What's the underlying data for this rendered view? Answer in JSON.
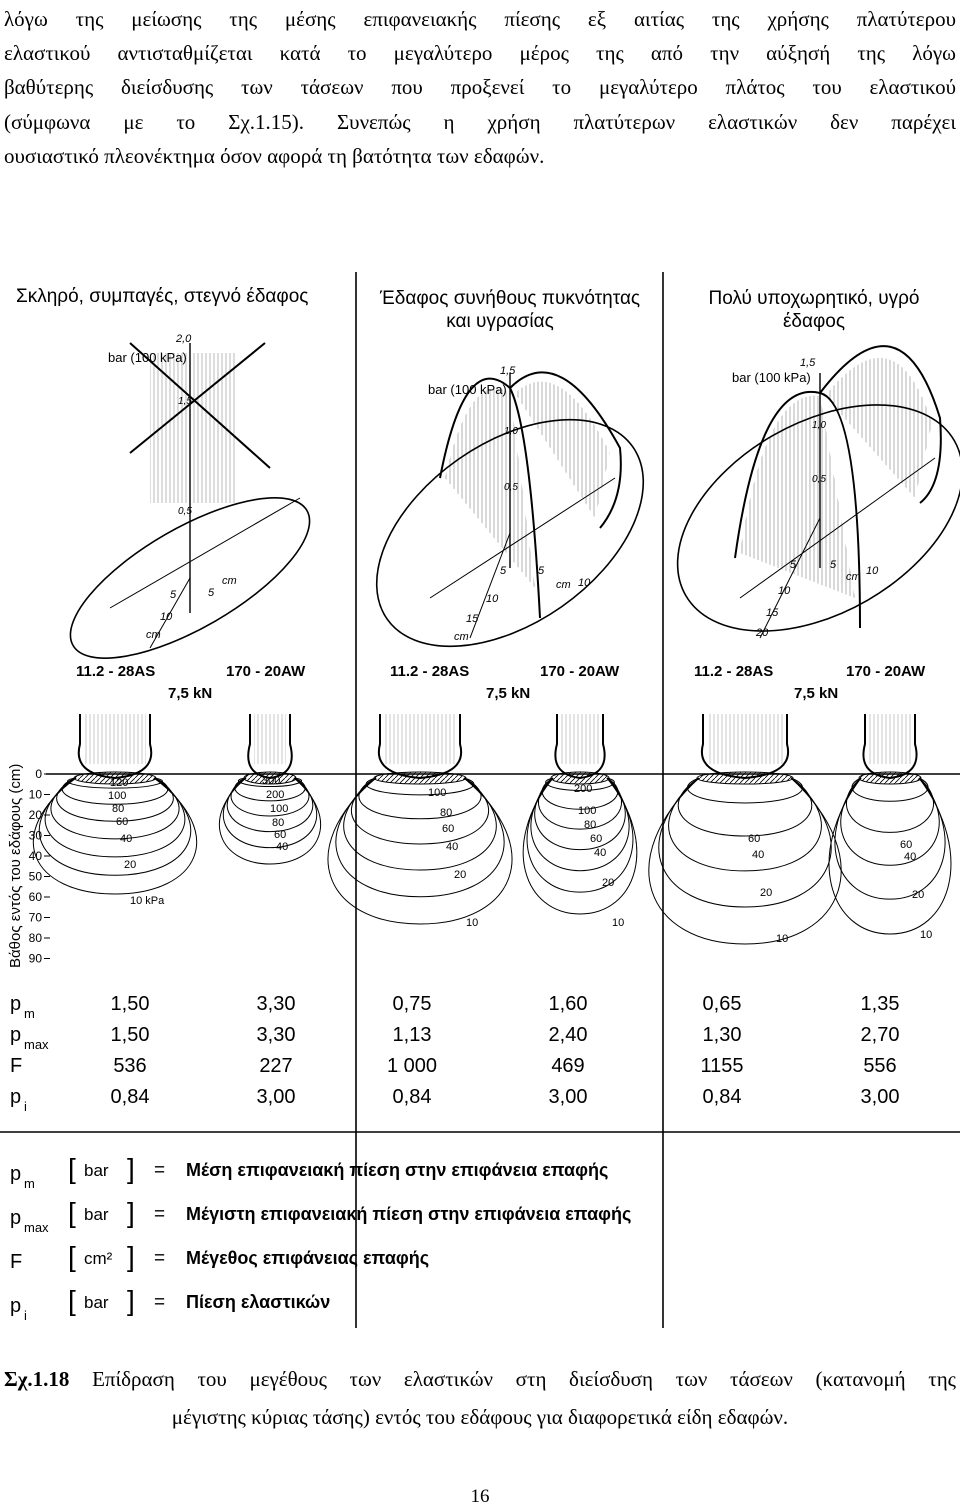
{
  "paragraph": [
    "λόγω της μείωσης της μέσης επιφανειακής πίεσης εξ αιτίας της χρήσης πλατύτερου",
    "ελαστικού αντισταθμίζεται κατά το μεγαλύτερο μέρος της από την αύξησή της λόγω",
    "βαθύτερης διείσδυσης των τάσεων που προξενεί το μεγαλύτερο πλάτος του ελαστικού",
    "(σύμφωνα με το Σχ.1.15). Συνεπώς η χρήση πλατύτερων ελαστικών δεν παρέχει",
    "ουσιαστικό πλεονέκτημα όσον αφορά τη βατότητα των εδαφών."
  ],
  "figure": {
    "panels": [
      {
        "title_lines": [
          "Σκληρό, συμπαγές, στεγνό έδαφος"
        ],
        "axis_max": "2,0",
        "axis_unit": "bar (100 kPa)",
        "axis_mid": "1,5",
        "axis_low": "0,5",
        "tyre_left": "11.2 - 28AS",
        "tyre_right": "170 - 20AW",
        "load": "7,5 kN",
        "left_iso": [
          "120",
          "100",
          "80",
          "60",
          "40",
          "20",
          "10 kPa"
        ],
        "right_iso": [
          "300",
          "200",
          "100",
          "80",
          "60",
          "40"
        ]
      },
      {
        "title_lines": [
          "Έδαφος συνήθους πυκνότητας",
          "και υγρασίας"
        ],
        "axis_max": "1,5",
        "axis_unit": "bar (100 kPa)",
        "axis_mid": "1,0",
        "axis_low": "0,5",
        "tyre_left": "11.2 - 28AS",
        "tyre_right": "170 - 20AW",
        "load": "7,5 kN",
        "left_iso": [
          "100",
          "80",
          "60",
          "40",
          "20",
          "10"
        ],
        "right_iso": [
          "200",
          "100",
          "80",
          "60",
          "40",
          "20",
          "10"
        ]
      },
      {
        "title_lines": [
          "Πολύ υποχωρητικό, υγρό",
          "έδαφος"
        ],
        "axis_max": "1,5",
        "axis_unit": "bar (100 kPa)",
        "axis_mid": "1,0",
        "axis_low": "0,5",
        "tyre_left": "11.2 - 28AS",
        "tyre_right": "170 - 20AW",
        "load": "7,5 kN",
        "left_iso": [
          "60",
          "40",
          "20",
          "10"
        ],
        "right_iso": [
          "60",
          "40",
          "20",
          "10"
        ]
      }
    ],
    "ellipse_ticks": [
      "5",
      "10",
      "15",
      "20",
      "cm"
    ],
    "depth_axis_label": "Βάθος εντός του εδάφους (cm)",
    "depth_ticks": [
      "0",
      "10",
      "20",
      "30",
      "40",
      "50",
      "60",
      "70",
      "80",
      "90"
    ],
    "table": {
      "rows": [
        {
          "symbol": "p",
          "sub": "m",
          "values": [
            "1,50",
            "3,30",
            "0,75",
            "1,60",
            "0,65",
            "1,35"
          ]
        },
        {
          "symbol": "p",
          "sub": "max",
          "values": [
            "1,50",
            "3,30",
            "1,13",
            "2,40",
            "1,30",
            "2,70"
          ]
        },
        {
          "symbol": "F",
          "sub": "",
          "values": [
            "536",
            "227",
            "1 000",
            "469",
            "1155",
            "556"
          ]
        },
        {
          "symbol": "p",
          "sub": "i",
          "values": [
            "0,84",
            "3,00",
            "0,84",
            "3,00",
            "0,84",
            "3,00"
          ]
        }
      ]
    },
    "legend": [
      {
        "symbol": "p",
        "sub": "m",
        "unit": "bar",
        "eq": "=",
        "text": "Μέση επιφανειακή πίεση στην επιφάνεια επαφής"
      },
      {
        "symbol": "p",
        "sub": "max",
        "unit": "bar",
        "eq": "=",
        "text": "Μέγιστη επιφανειακή πίεση στην επιφάνεια επαφής"
      },
      {
        "symbol": "F",
        "sub": "",
        "unit": "cm²",
        "eq": "=",
        "text": "Μέγεθος επιφάνειας επαφής"
      },
      {
        "symbol": "p",
        "sub": "i",
        "unit": "bar",
        "eq": "=",
        "text": "Πίεση ελαστικών"
      }
    ]
  },
  "caption": {
    "label": "Σχ.1.18",
    "line1": " Επίδραση του μεγέθους των ελαστικών στη διείσδυση των τάσεων (κατανομή της",
    "line2": "μέγιστης κύριας τάσης) εντός του εδάφους για διαφορετικά είδη εδαφών."
  },
  "page_number": "16"
}
